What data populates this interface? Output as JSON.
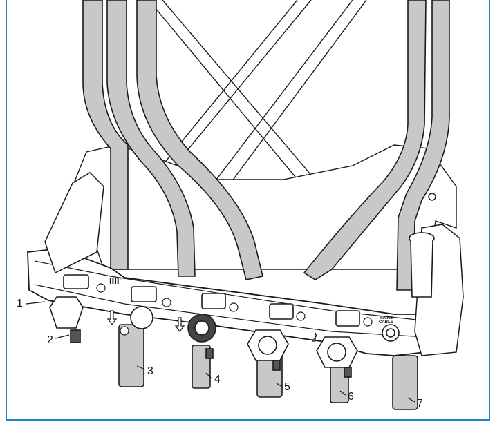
{
  "labels": [
    {
      "id": "1",
      "text": "1"
    },
    {
      "id": "2",
      "text": "2"
    },
    {
      "id": "3",
      "text": "3"
    },
    {
      "id": "4",
      "text": "4"
    },
    {
      "id": "5",
      "text": "5"
    },
    {
      "id": "6",
      "text": "6"
    },
    {
      "id": "7",
      "text": "7"
    }
  ],
  "markings": {
    "heating_symbol": "IIII°",
    "mains_line1": "MAINS",
    "mains_line2": "CABLE"
  },
  "colors": {
    "border": "#1a86c7",
    "pipe_fill": "#c8c8c8",
    "line": "#1a1a1a"
  }
}
